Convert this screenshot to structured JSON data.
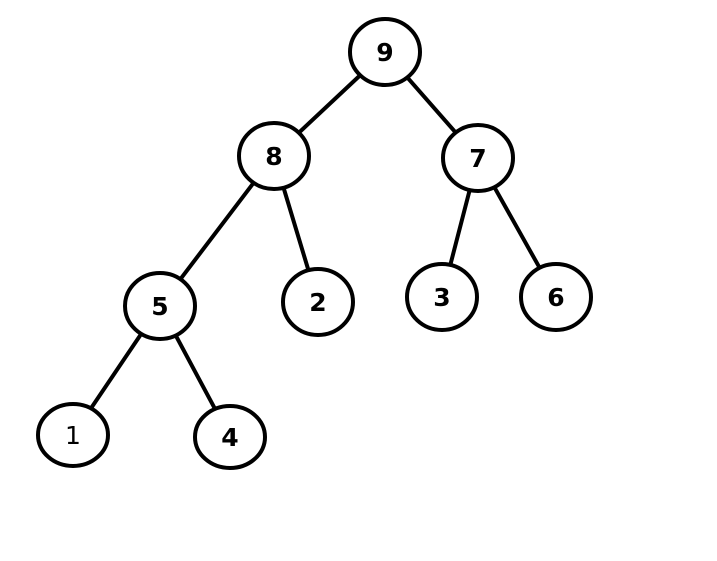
{
  "tree": {
    "colors": {
      "stroke": "#000000",
      "fill": "#ffffff",
      "background": "#ffffff"
    },
    "nodes": [
      {
        "id": "n9",
        "label": "9"
      },
      {
        "id": "n8",
        "label": "8"
      },
      {
        "id": "n7",
        "label": "7"
      },
      {
        "id": "n5",
        "label": "5"
      },
      {
        "id": "n2",
        "label": "2"
      },
      {
        "id": "n3",
        "label": "3"
      },
      {
        "id": "n6",
        "label": "6"
      },
      {
        "id": "n1",
        "label": "1"
      },
      {
        "id": "n4",
        "label": "4"
      }
    ],
    "edges": [
      {
        "from": "n9",
        "to": "n8"
      },
      {
        "from": "n9",
        "to": "n7"
      },
      {
        "from": "n8",
        "to": "n5"
      },
      {
        "from": "n8",
        "to": "n2"
      },
      {
        "from": "n7",
        "to": "n3"
      },
      {
        "from": "n7",
        "to": "n6"
      },
      {
        "from": "n5",
        "to": "n1"
      },
      {
        "from": "n5",
        "to": "n4"
      }
    ]
  }
}
